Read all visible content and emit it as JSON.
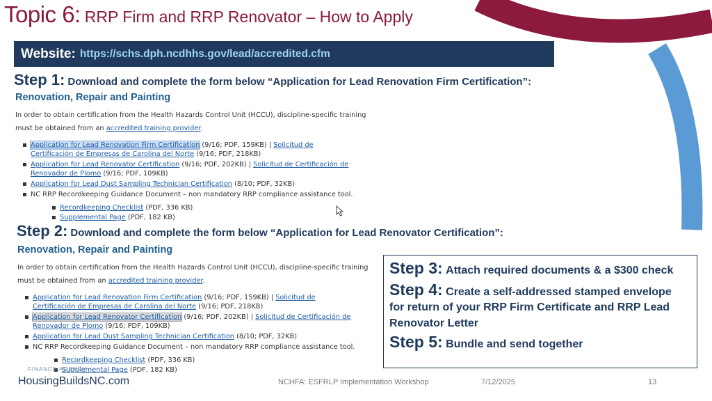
{
  "title": {
    "main": "Topic 6:",
    "sub": "RRP Firm and RRP Renovator – How to Apply"
  },
  "website": {
    "label": "Website:",
    "url": "https://schs.dph.ncdhhs.gov/lead/accredited.cfm"
  },
  "step1": {
    "num": "Step 1:",
    "text": "Download and complete the form below “Application for Lead Renovation Firm Certification”:"
  },
  "step2": {
    "num": "Step 2:",
    "text": "Download and complete the form below “Application for Lead Renovator Certification”:"
  },
  "shot": {
    "heading": "Renovation, Repair and Painting",
    "intro_text": "In order to obtain certification from the Health Hazards Control Unit (HCCU), discipline-specific training must be obtained from an ",
    "intro_link": "accredited training provider",
    "intro_end": ".",
    "items": {
      "firm_link": "Application for Lead Renovation Firm Certification",
      "firm_meta": " (9/16; PDF, 159KB) | ",
      "firm_es": "Solicitud de Certificación de Empresas de Carolina del Norte",
      "firm_es_meta": " (9/16; PDF, 218KB)",
      "renovator_link": "Application for Lead Renovator Certification",
      "renovator_meta": " (9/16; PDF, 202KB) | ",
      "renovator_es": "Solicitud de Certificación de Renovador de Plomo",
      "renovator_es_meta": " (9/16; PDF, 109KB)",
      "dust_link": "Application for Lead Dust Sampling Technician Certification",
      "dust_meta": " (8/10; PDF, 32KB)",
      "guidance": "NC RRP Recordkeeping Guidance Document – non mandatory RRP compliance assistance tool.",
      "checklist_link": "Recordkeeping Checklist",
      "checklist_meta": " (PDF, 336 KB)",
      "supplemental_link": "Supplemental Page",
      "supplemental_meta": " (PDF, 182 KB)"
    }
  },
  "box": {
    "step3_num": "Step 3:",
    "step3_text": "Attach required documents & a $300 check",
    "step4_num": "Step 4:",
    "step4_text": "Create a self-addressed stamped envelope",
    "step4_cont1": "for return of your RRP Firm Certificate and RRP Lead",
    "step4_cont2": "Renovator Letter",
    "step5_num": "Step 5:",
    "step5_text": "Bundle and send together"
  },
  "footer": {
    "logo_fragment": "FINANCE AGENCY",
    "logo": "HousingBuildsNC.com",
    "center": "NCHFA: ESFRLP Implementation Workshop",
    "date": "7/12/2025",
    "page": "13"
  },
  "colors": {
    "title": "#8b1a3c",
    "navy": "#1f3a5c",
    "link": "#1a5aa5",
    "arc_red": "#8b1a3c",
    "arc_blue": "#5b9bd5"
  }
}
